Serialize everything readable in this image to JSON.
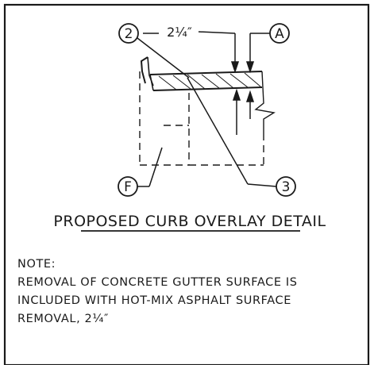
{
  "detail": {
    "title": "PROPOSED CURB OVERLAY DETAIL",
    "callouts": {
      "two": "2",
      "three": "3",
      "a": "A",
      "f": "F"
    },
    "dimension": "2¼″"
  },
  "note": {
    "heading": "NOTE:",
    "lines": [
      "REMOVAL OF CONCRETE GUTTER SURFACE IS",
      "INCLUDED WITH HOT-MIX ASPHALT SURFACE",
      "REMOVAL, 2¼″"
    ]
  }
}
